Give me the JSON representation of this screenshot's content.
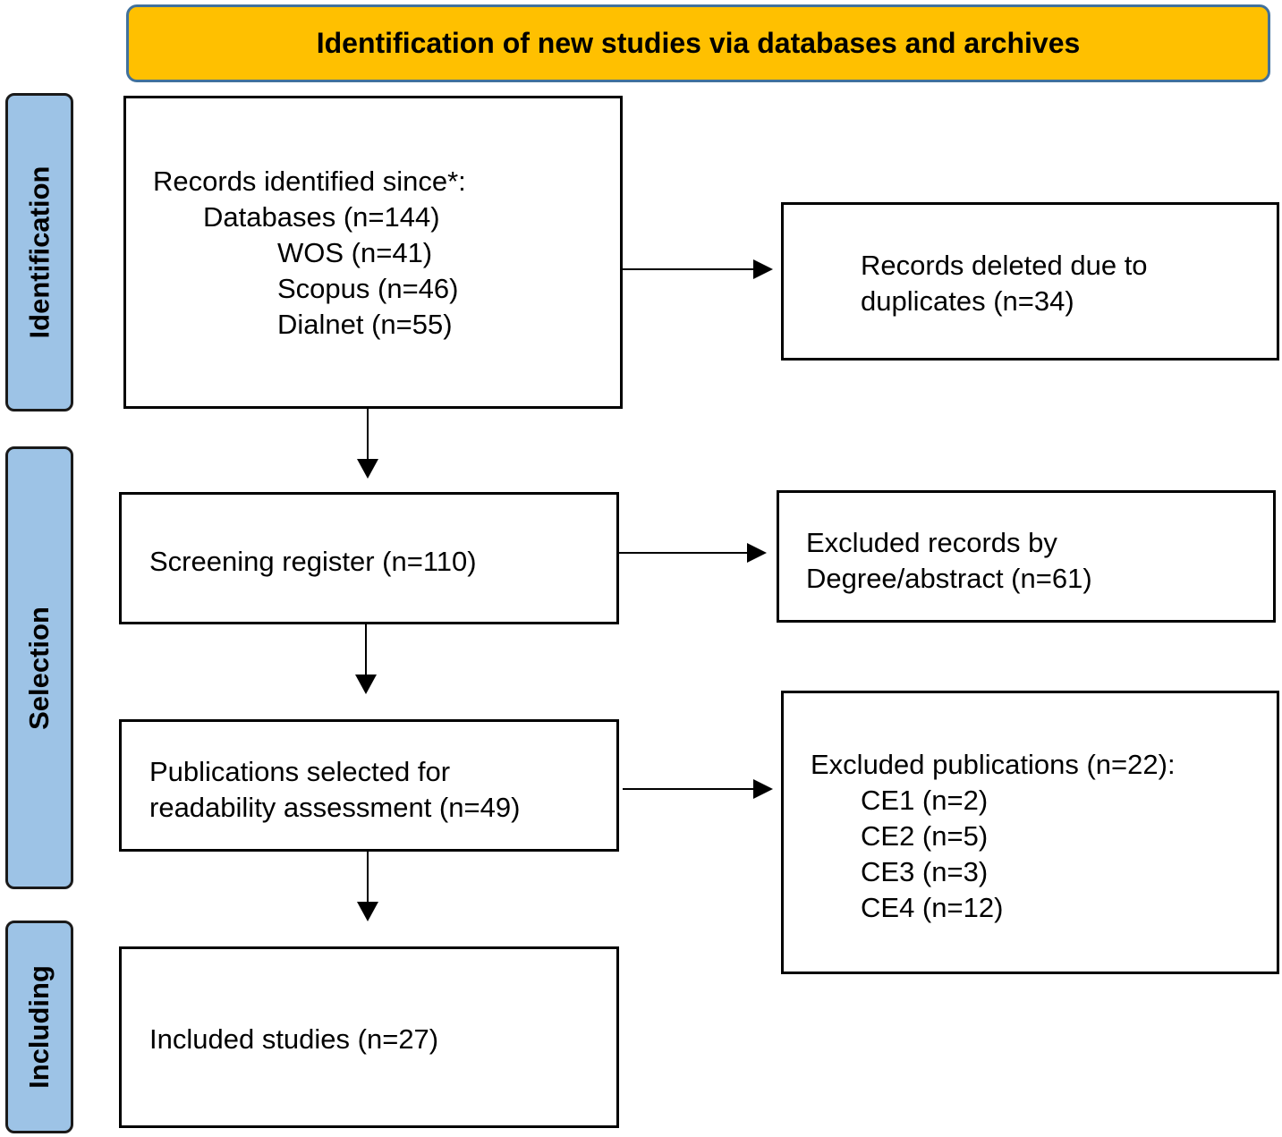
{
  "header": {
    "title": "Identification of new studies via databases and archives"
  },
  "phases": {
    "identification": "Identification",
    "selection": "Selection",
    "including": "Including"
  },
  "boxes": {
    "records_identified": {
      "heading": "Records identified since*:",
      "databases": "Databases (n=144)",
      "sources": [
        "WOS (n=41)",
        "Scopus (n=46)",
        "Dialnet (n=55)"
      ]
    },
    "records_deleted": {
      "lines": [
        "Records deleted due to",
        "duplicates (n=34)"
      ]
    },
    "screening": {
      "text": "Screening register (n=110)"
    },
    "excluded_records": {
      "lines": [
        "Excluded records by",
        "Degree/abstract (n=61)"
      ]
    },
    "publications_selected": {
      "lines": [
        "Publications selected for",
        "readability assessment (n=49)"
      ]
    },
    "excluded_publications": {
      "heading": "Excluded publications (n=22):",
      "items": [
        "CE1 (n=2)",
        "CE2 (n=5)",
        "CE3 (n=3)",
        "CE4 (n=12)"
      ]
    },
    "included": {
      "text": "Included studies (n=27)"
    }
  },
  "colors": {
    "header_fill": "#FFC000",
    "header_border": "#41719C",
    "phase_fill": "#9DC3E6"
  }
}
